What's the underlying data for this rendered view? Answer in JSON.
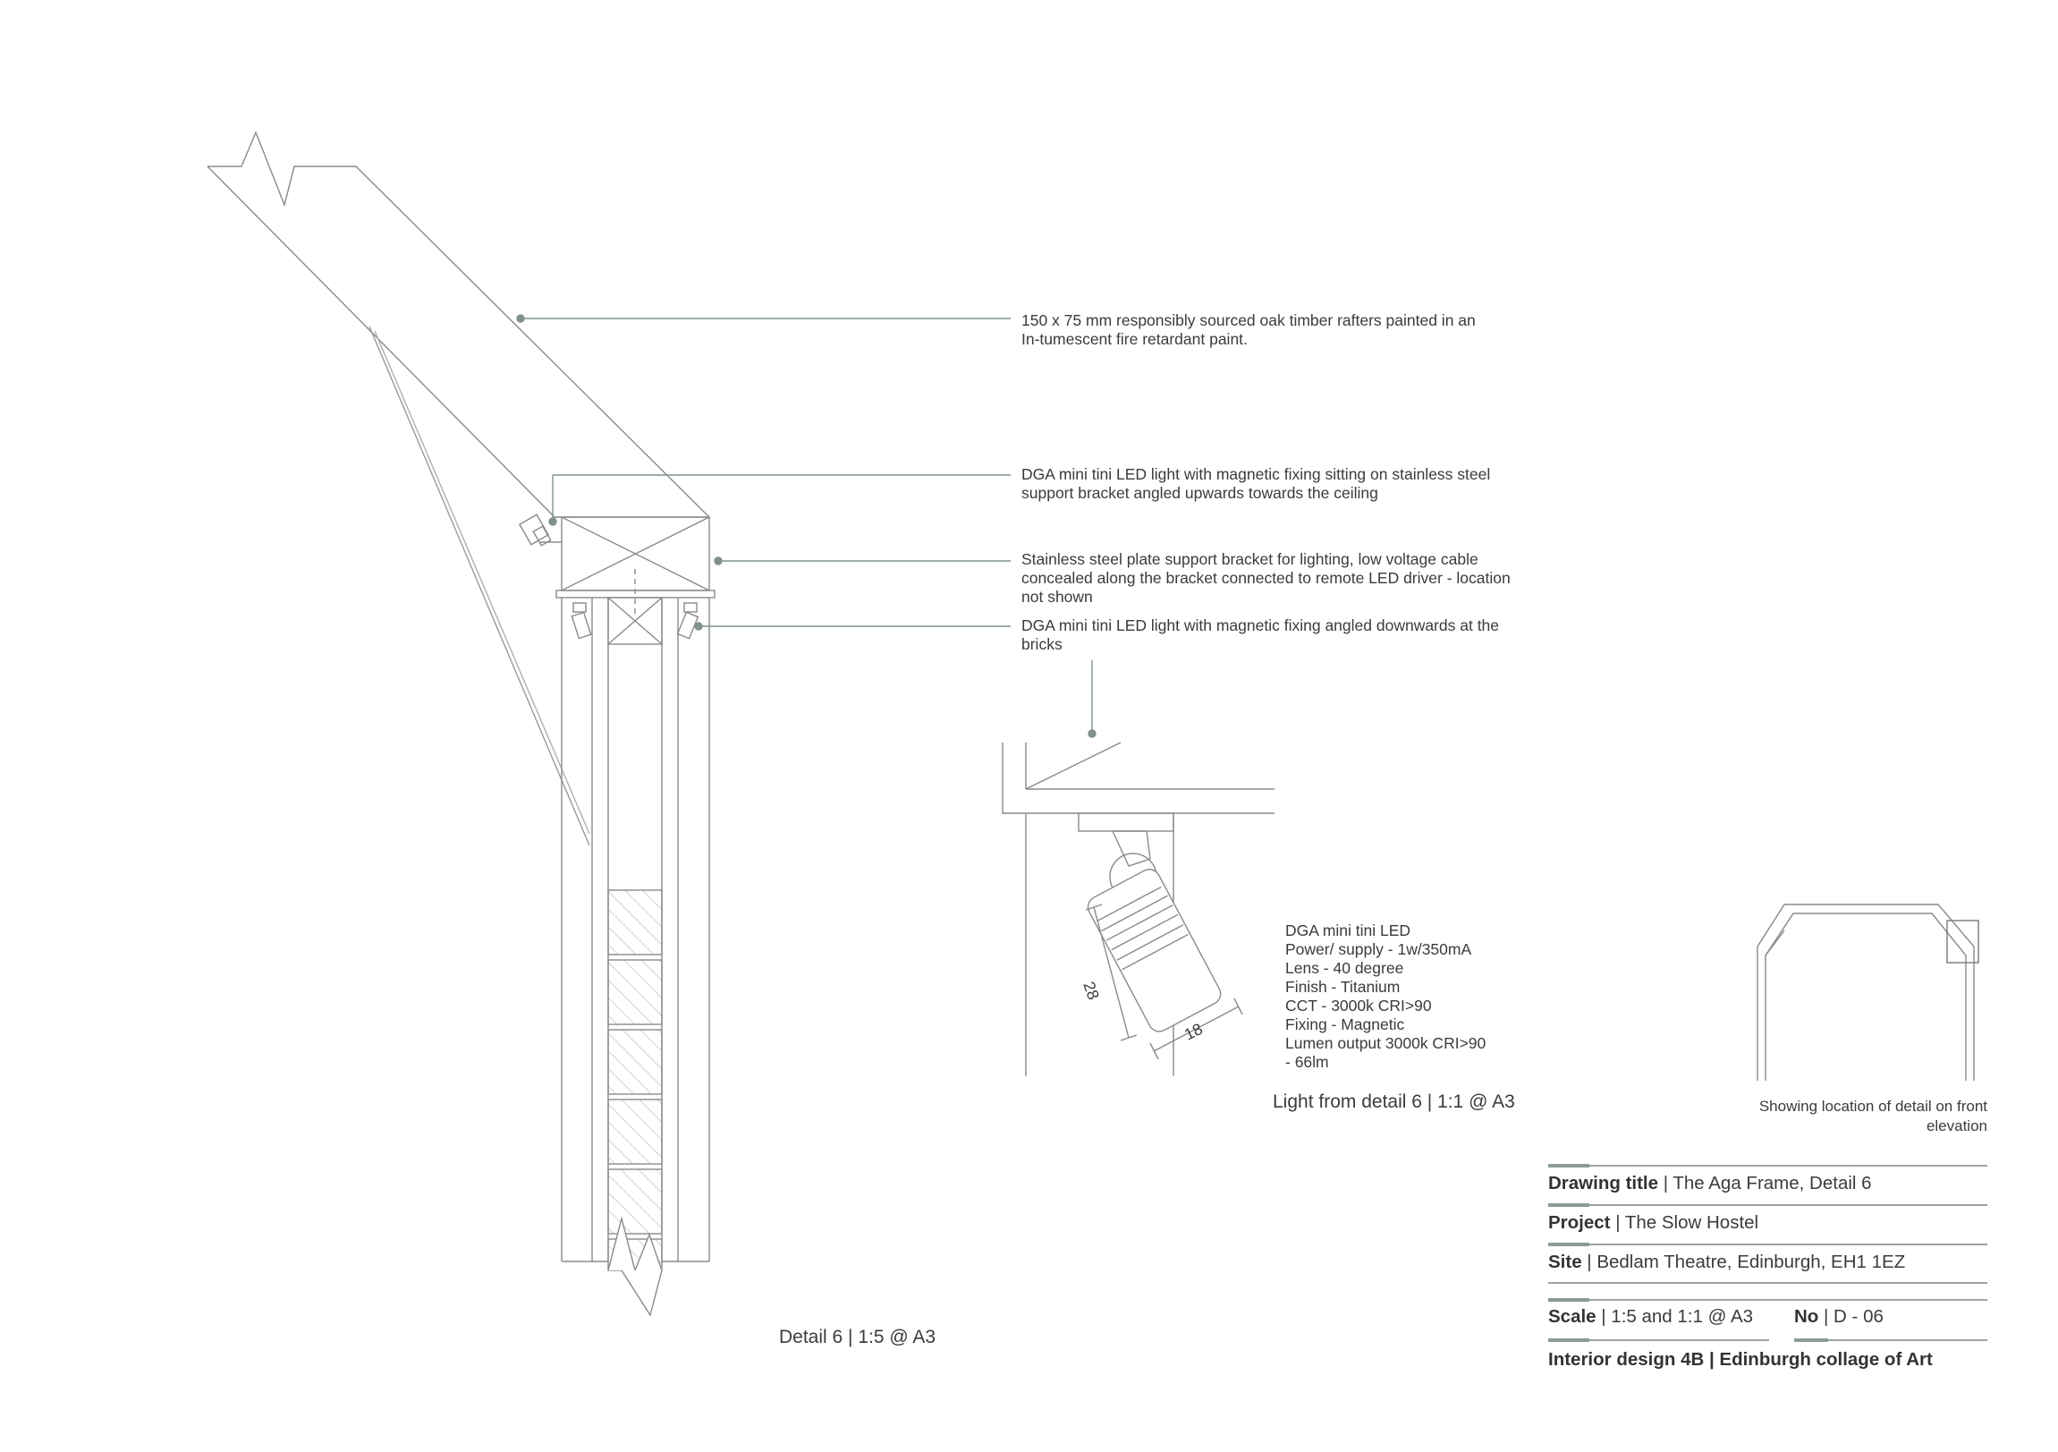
{
  "annotations": {
    "rafter": [
      "150 x 75 mm responsibly sourced oak timber rafters painted in an",
      "In-tumescent fire retardant paint."
    ],
    "led_up": [
      "DGA mini tini LED light with magnetic fixing sitting on stainless steel",
      "support bracket angled upwards towards the ceiling"
    ],
    "bracket": [
      "Stainless steel plate support bracket for lighting, low voltage cable",
      "concealed along the bracket connected to remote LED driver - location",
      "not shown"
    ],
    "led_down": [
      "DGA mini tini LED light with magnetic fixing angled downwards at the",
      "bricks"
    ]
  },
  "spec": {
    "lines": [
      "DGA mini tini LED",
      "Power/ supply - 1w/350mA",
      "Lens - 40 degree",
      "Finish - Titanium",
      "CCT - 3000k CRI>90",
      "Fixing - Magnetic",
      "Lumen output 3000k CRI>90",
      "- 66lm"
    ]
  },
  "dimensions": {
    "length": "28",
    "width": "18"
  },
  "captions": {
    "detail": "Detail 6 | 1:5 @ A3",
    "light": "Light from detail 6 | 1:1 @ A3",
    "location": "Showing location of detail on front elevation"
  },
  "title_block": {
    "drawing_title_label": "Drawing title",
    "drawing_title_value": " | The Aga Frame, Detail 6",
    "project_label": "Project",
    "project_value": " | The Slow Hostel",
    "site_label": "Site",
    "site_value": " | Bedlam Theatre, Edinburgh, EH1 1EZ",
    "scale_label": "Scale",
    "scale_value": " | 1:5 and 1:1 @ A3",
    "no_label": "No",
    "no_value": " | D - 06",
    "footer": "Interior design 4B | Edinburgh collage of Art"
  },
  "colors": {
    "line": "#8a8a8a",
    "leader": "#7f918c",
    "accent": "#8a9b95",
    "text": "#3b3b3b"
  }
}
